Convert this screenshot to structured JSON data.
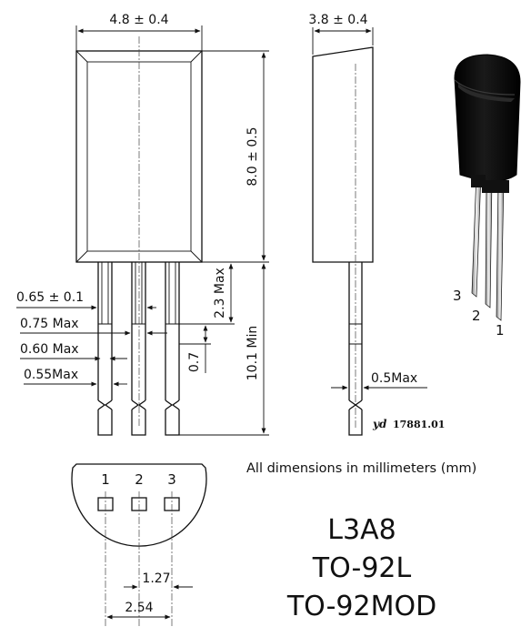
{
  "dimensions": {
    "body_width": "4.8 ± 0.4",
    "body_depth": "3.8 ± 0.4",
    "body_height": "8.0 ± 0.5",
    "lead_length": "10.1 Min",
    "lead_spacing_offset": "2.3 Max",
    "lead_step": "0.7",
    "lead_pitch_1": "0.65 ± 0.1",
    "lead_pitch_2": "0.75 Max",
    "lead_pitch_3": "0.60 Max",
    "lead_pitch_4": "0.55Max",
    "lead_thickness": "0.5Max",
    "pitch_half": "1.27",
    "pitch_full": "2.54"
  },
  "pins": {
    "p1": "1",
    "p2": "2",
    "p3": "3"
  },
  "drawing_code": {
    "prefix": "yd",
    "number": "17881.01"
  },
  "note": "All dimensions in millimeters (mm)",
  "part": {
    "name": "L3A8",
    "package": "TO-92L",
    "package_alt": "TO-92MOD"
  },
  "colors": {
    "line": "#111111",
    "component_body": "#000000"
  }
}
